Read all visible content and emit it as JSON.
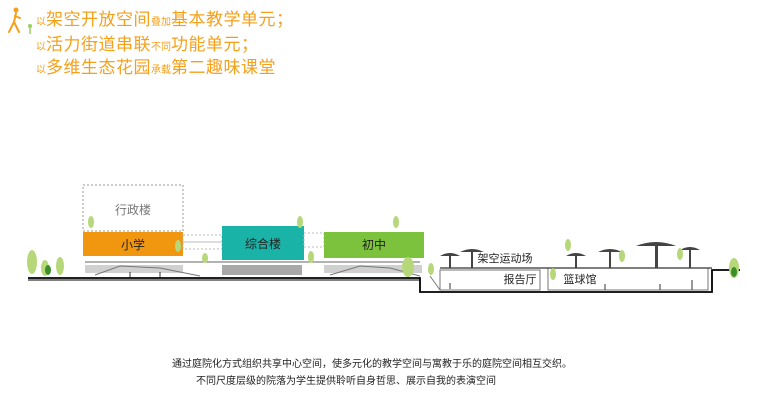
{
  "heading": {
    "line1": {
      "text_a": "以",
      "text_b": "架空开放空间",
      "text_c": "叠加",
      "text_d": "基本教学单元；"
    },
    "line2": {
      "text_a": "以",
      "text_b": "活力街道串联",
      "text_c": "不同",
      "text_d": "功能单元；"
    },
    "line3": {
      "text_a": "以",
      "text_b": "多维生态花园",
      "text_c": "承载",
      "text_d": "第二趣味课堂"
    }
  },
  "labels": {
    "admin": "行政楼",
    "primary": "小学",
    "complex": "综合楼",
    "junior": "初中",
    "sports": "架空运动场",
    "lecture": "报告厅",
    "basketball": "篮球馆"
  },
  "caption": {
    "line1": "通过庭院化方式组织共享中心空间，使多元化的教学空间与寓教于乐的庭院空间相互交织。",
    "line2": "不同尺度层级的院落为学生提供聆听自身哲思、展示自我的表演空间"
  },
  "colors": {
    "accent": "#f5a01a",
    "primary": "#f0960f",
    "complex": "#1ab3a8",
    "junior": "#7cc23c",
    "tree": "#b6d87a",
    "ground": "#000000"
  }
}
